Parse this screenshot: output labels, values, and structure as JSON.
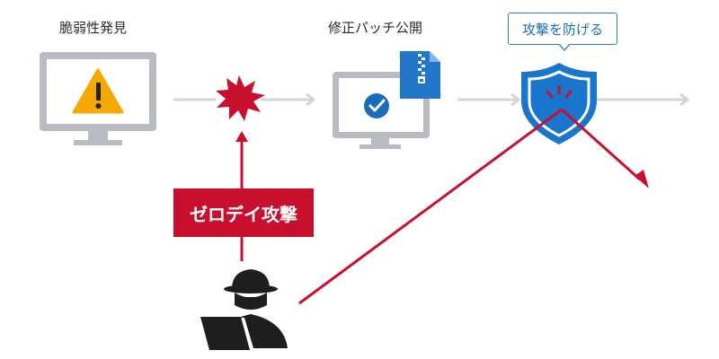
{
  "steps": {
    "vulnerability_found": "脆弱性発見",
    "patch_released": "修正パッチ公開"
  },
  "callout": {
    "text": "攻撃を防げる"
  },
  "attack": {
    "label": "ゼロデイ攻撃"
  },
  "icons": {
    "monitor_warning": "warning-monitor-icon",
    "explosion": "explosion-icon",
    "monitor_patched": "patched-monitor-icon",
    "zip_file": "zip-file-icon",
    "shield": "shield-icon",
    "attacker": "hacker-icon"
  },
  "colors": {
    "timeline": "#d0d6dc",
    "monitor": "#b8bcc2",
    "warning": "#f5a800",
    "check": "#1a6cb8",
    "file": "#2176c9",
    "shield": "#1a76cc",
    "attack": "#c8102e",
    "hacker": "#1e1e1e"
  }
}
